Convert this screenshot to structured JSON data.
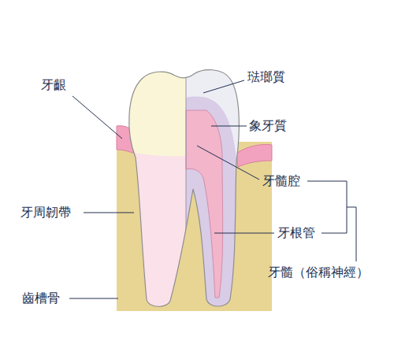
{
  "diagram": {
    "labels": [
      "牙齦",
      "琺瑯質",
      "象牙質",
      "牙髓腔",
      "牙根管",
      "牙髓（俗稱神經）",
      "牙周韌帶",
      "齒槽骨"
    ]
  }
}
